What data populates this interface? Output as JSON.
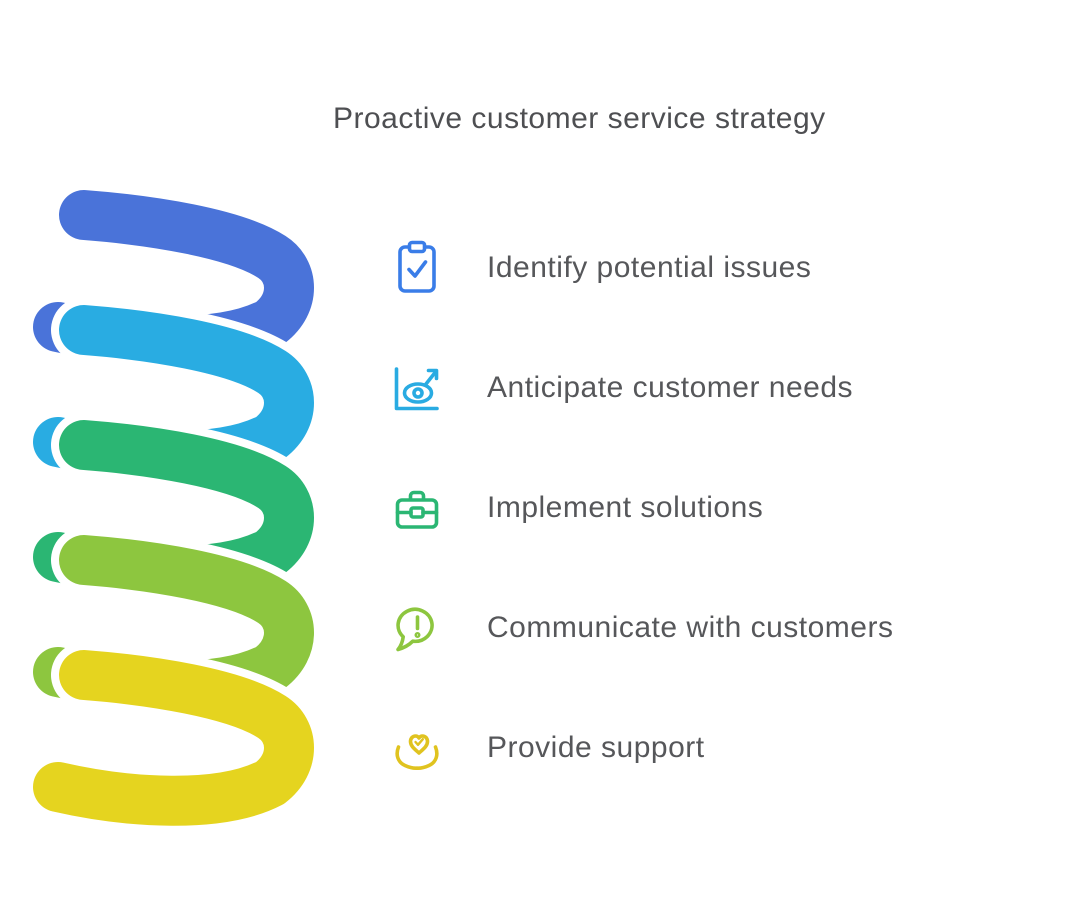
{
  "title": "Proactive customer service strategy",
  "items": [
    {
      "label": "Identify potential issues",
      "icon": "clipboard-check-icon",
      "color": "#3a7de8"
    },
    {
      "label": "Anticipate customer needs",
      "icon": "eye-insight-arrow-icon",
      "color": "#29abe2"
    },
    {
      "label": "Implement solutions",
      "icon": "toolbox-icon",
      "color": "#2bb673"
    },
    {
      "label": "Communicate with customers",
      "icon": "speech-bubble-exclamation-icon",
      "color": "#8dc63f"
    },
    {
      "label": "Provide support",
      "icon": "hands-holding-heart-icon",
      "color": "#e0c31f"
    }
  ],
  "spiral": {
    "coil_colors": [
      "#4a73d9",
      "#29ace2",
      "#2bb673",
      "#8dc63f",
      "#e5d41f"
    ],
    "outline_color": "#ffffff"
  }
}
